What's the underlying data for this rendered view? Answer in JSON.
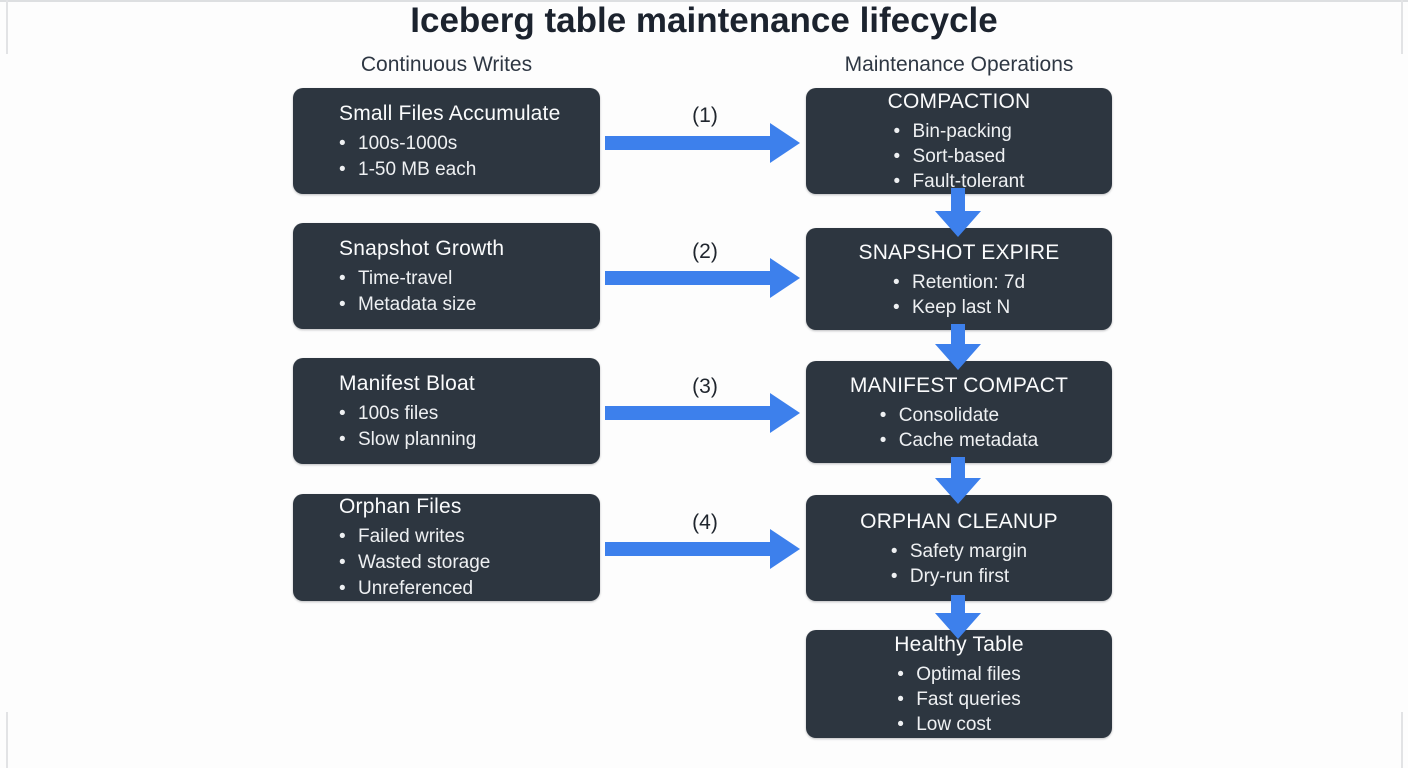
{
  "title": "Iceberg table maintenance lifecycle",
  "columns": {
    "left": "Continuous Writes",
    "right": "Maintenance Operations"
  },
  "left_boxes": [
    {
      "title": "Small Files Accumulate",
      "bullets": [
        "100s-1000s",
        "1-50 MB each"
      ]
    },
    {
      "title": "Snapshot Growth",
      "bullets": [
        "Time-travel",
        "Metadata size"
      ]
    },
    {
      "title": "Manifest Bloat",
      "bullets": [
        "100s files",
        "Slow planning"
      ]
    },
    {
      "title": "Orphan Files",
      "bullets": [
        "Failed writes",
        "Wasted storage",
        "Unreferenced"
      ]
    }
  ],
  "right_boxes": [
    {
      "title": "COMPACTION",
      "bullets": [
        "Bin-packing",
        "Sort-based",
        "Fault-tolerant"
      ]
    },
    {
      "title": "SNAPSHOT EXPIRE",
      "bullets": [
        "Retention: 7d",
        "Keep last N"
      ]
    },
    {
      "title": "MANIFEST COMPACT",
      "bullets": [
        "Consolidate",
        "Cache metadata"
      ]
    },
    {
      "title": "ORPHAN CLEANUP",
      "bullets": [
        "Safety margin",
        "Dry-run first"
      ]
    },
    {
      "title": "Healthy Table",
      "bullets": [
        "Optimal files",
        "Fast queries",
        "Low cost"
      ]
    }
  ],
  "arrow_labels": [
    "(1)",
    "(2)",
    "(3)",
    "(4)"
  ],
  "colors": {
    "box_bg": "#2d3640",
    "arrow": "#3d80ec",
    "title_text": "#1c232e",
    "box_text": "#eef0f2"
  }
}
